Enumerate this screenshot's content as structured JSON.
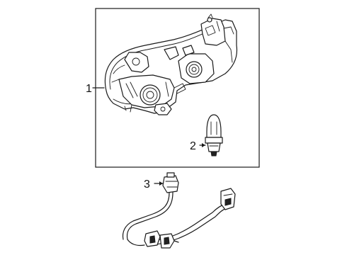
{
  "diagram": {
    "callouts": [
      {
        "number": "1",
        "part": "headlamp-assembly"
      },
      {
        "number": "2",
        "part": "bulb"
      },
      {
        "number": "3",
        "part": "wiring-harness-socket"
      }
    ]
  }
}
